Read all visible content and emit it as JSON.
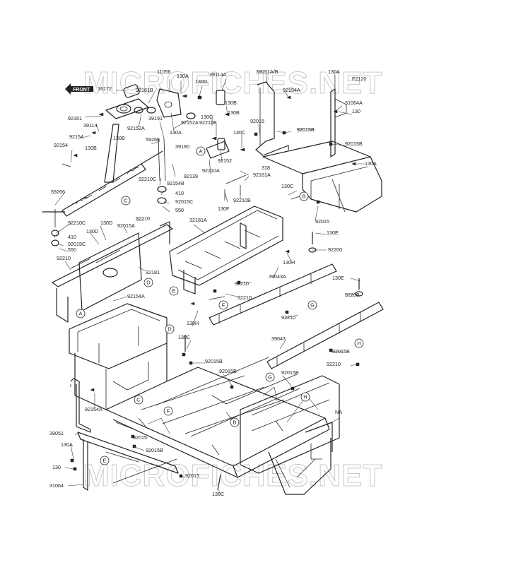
{
  "watermark": "MICROFICHES.NET",
  "front_label": "FRONT",
  "part_labels": [
    {
      "t": "11056"
    },
    {
      "t": "130A"
    },
    {
      "t": "39114A"
    },
    {
      "t": "16172"
    },
    {
      "t": "92161B"
    },
    {
      "t": "130G"
    },
    {
      "t": "130B"
    },
    {
      "t": "130B"
    },
    {
      "t": "92161"
    },
    {
      "t": "39114"
    },
    {
      "t": "92152A"
    },
    {
      "t": "39191"
    },
    {
      "t": "92152A"
    },
    {
      "t": "130G"
    },
    {
      "t": "130B"
    },
    {
      "t": "130B"
    },
    {
      "t": "92154"
    },
    {
      "t": "92154"
    },
    {
      "t": "130A"
    },
    {
      "t": "59266"
    },
    {
      "t": "92210C"
    },
    {
      "t": "92210B"
    },
    {
      "t": "130C"
    },
    {
      "t": "39190"
    },
    {
      "t": "92015"
    },
    {
      "t": "92015B"
    },
    {
      "t": "92152"
    },
    {
      "t": "92210A"
    },
    {
      "t": "92139"
    },
    {
      "t": "92154B"
    },
    {
      "t": "318"
    },
    {
      "t": "92161A"
    },
    {
      "t": "410"
    },
    {
      "t": "92015C"
    },
    {
      "t": "550"
    },
    {
      "t": "59266"
    },
    {
      "t": "92210C"
    },
    {
      "t": "130F"
    },
    {
      "t": "92210B"
    },
    {
      "t": "130C"
    },
    {
      "t": "39051A/B"
    },
    {
      "t": "92154A"
    },
    {
      "t": "130A"
    },
    {
      "t": "F2120"
    },
    {
      "t": "31064A"
    },
    {
      "t": "130"
    },
    {
      "t": "92015B"
    },
    {
      "t": "92015B"
    },
    {
      "t": "130A"
    },
    {
      "t": "92015"
    },
    {
      "t": "130D"
    },
    {
      "t": "130D"
    },
    {
      "t": "92015A"
    },
    {
      "t": "92210"
    },
    {
      "t": "32181A"
    },
    {
      "t": "410"
    },
    {
      "t": "92015C"
    },
    {
      "t": "550"
    },
    {
      "t": "92210"
    },
    {
      "t": "32181"
    },
    {
      "t": "130E"
    },
    {
      "t": "92200"
    },
    {
      "t": "130H"
    },
    {
      "t": "39043A"
    },
    {
      "t": "92210"
    },
    {
      "t": "130E"
    },
    {
      "t": "92200"
    },
    {
      "t": "92154A"
    },
    {
      "t": "92210"
    },
    {
      "t": "130H"
    },
    {
      "t": "92210"
    },
    {
      "t": "130C"
    },
    {
      "t": "39043"
    },
    {
      "t": "92015B"
    },
    {
      "t": "92015B"
    },
    {
      "t": "92210"
    },
    {
      "t": "92015B"
    },
    {
      "t": "92015B"
    },
    {
      "t": "92154A"
    },
    {
      "t": "NA"
    },
    {
      "t": "39051"
    },
    {
      "t": "92015"
    },
    {
      "t": "130A"
    },
    {
      "t": "92015B"
    },
    {
      "t": "130"
    },
    {
      "t": "31064"
    },
    {
      "t": "92015"
    },
    {
      "t": "130C"
    }
  ],
  "callouts": [
    {
      "t": "C"
    },
    {
      "t": "A"
    },
    {
      "t": "B"
    },
    {
      "t": "D"
    },
    {
      "t": "E"
    },
    {
      "t": "F"
    },
    {
      "t": "G"
    },
    {
      "t": "A"
    },
    {
      "t": "D"
    },
    {
      "t": "H"
    },
    {
      "t": "C"
    },
    {
      "t": "F"
    },
    {
      "t": "G"
    },
    {
      "t": "H"
    },
    {
      "t": "B"
    },
    {
      "t": "E"
    }
  ]
}
